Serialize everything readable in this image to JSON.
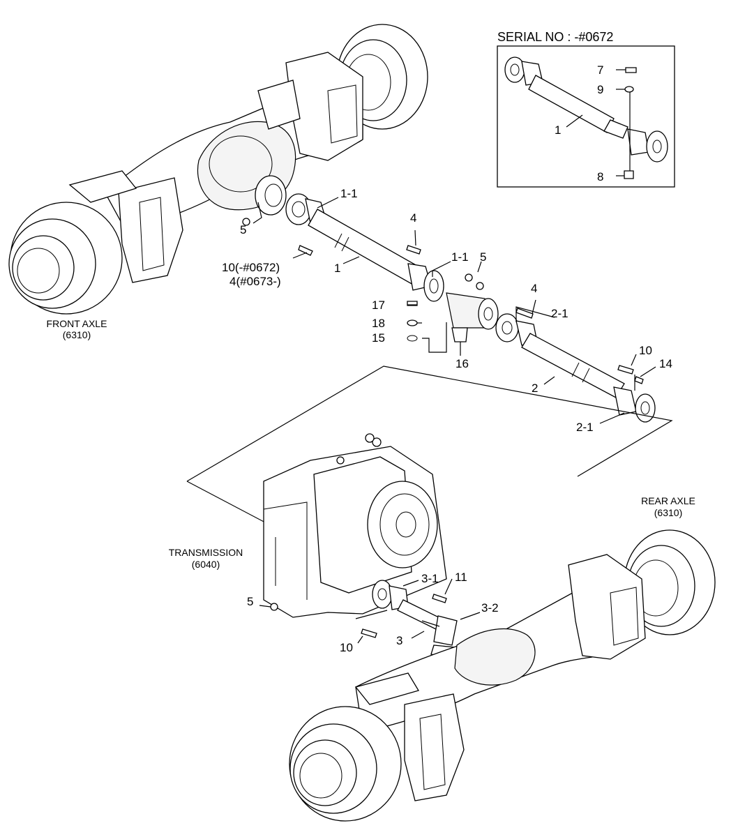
{
  "serial_box": {
    "title": "SERIAL NO : -#0672",
    "callouts": {
      "bolt": "7",
      "washer": "9",
      "shaft": "1",
      "nut": "8"
    }
  },
  "assemblies": {
    "front_axle": {
      "name": "FRONT AXLE",
      "code": "(6310)"
    },
    "rear_axle": {
      "name": "REAR AXLE",
      "code": "(6310)"
    },
    "transmission": {
      "name": "TRANSMISSION",
      "code": "(6040)"
    }
  },
  "callouts": {
    "front_yoke": "1-1",
    "front_nut": "5",
    "front_bolt_serial_a": "10(-#0672)",
    "front_bolt_serial_b": "4(#0673-)",
    "front_shaft": "1",
    "center_bolt_left": "4",
    "center_yoke": "1-1",
    "center_nut": "5",
    "bearing_bolt": "17",
    "bearing_washer": "18",
    "bearing_shim": "15",
    "center_bearing": "16",
    "rear_bolt_top": "4",
    "rear_yoke_top": "2-1",
    "rear_bolt_right": "10",
    "rear_washer": "14",
    "rear_shaft": "2",
    "rear_yoke_bottom": "2-1",
    "trans_yoke": "3-1",
    "trans_bolt": "11",
    "trans_flange": "3-2",
    "trans_shaft": "3",
    "trans_bolt_lower": "10",
    "trans_nut": "5"
  }
}
